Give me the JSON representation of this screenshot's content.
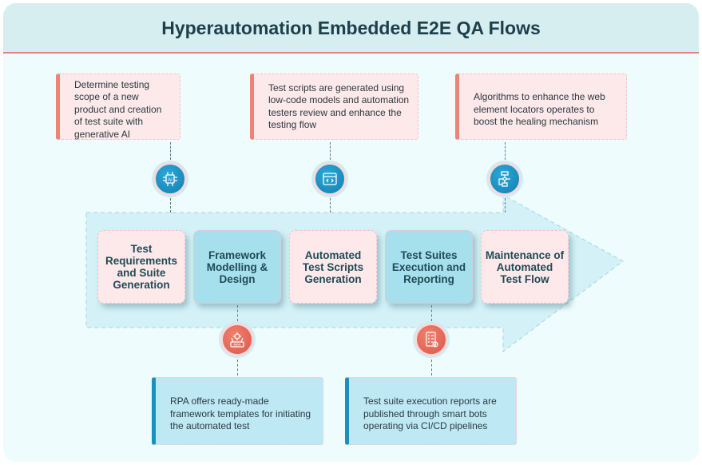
{
  "title": "Hyperautomation Embedded E2E QA Flows",
  "top_notes": [
    {
      "text": "Determine testing scope of a new product and creation of test suite with generative AI",
      "icon": "ai-chip-icon"
    },
    {
      "text": "Test scripts are generated using low-code models and automation testers review and enhance the testing flow",
      "icon": "code-window-icon"
    },
    {
      "text": "Algorithms to enhance the web element locators operates to boost the healing mechanism",
      "icon": "flowchart-icon"
    }
  ],
  "steps": [
    {
      "label": "Test Requirements and Suite Generation"
    },
    {
      "label": "Framework Modelling & Design"
    },
    {
      "label": "Automated Test Scripts Generation"
    },
    {
      "label": "Test Suites Execution and Reporting"
    },
    {
      "label": "Maintenance of Automated Test Flow"
    }
  ],
  "bottom_notes": [
    {
      "text": "RPA offers ready-made framework templates for initiating the automated test",
      "icon": "rpa-robot-icon",
      "icon_label": "RPA"
    },
    {
      "text": "Test suite execution reports are published through smart bots operating via CI/CD pipelines",
      "icon": "report-checklist-icon"
    }
  ],
  "colors": {
    "accent_red": "#f08276",
    "accent_blue": "#1b8fbd",
    "title": "#1d3f4c"
  }
}
